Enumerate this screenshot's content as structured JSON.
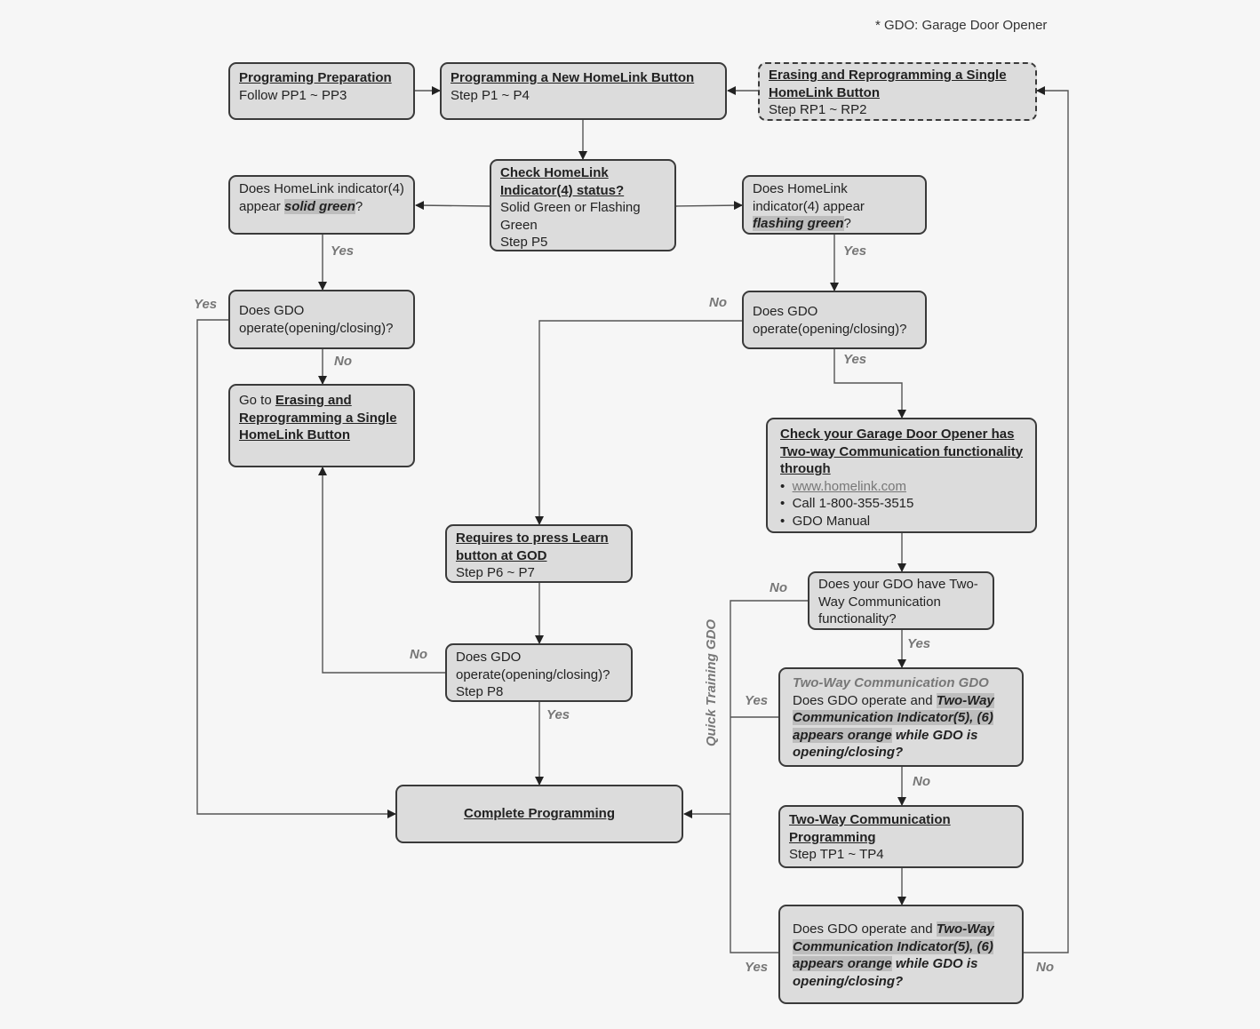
{
  "note": "* GDO: Garage Door Opener",
  "nodes": {
    "prep": {
      "title": "Programing Preparation",
      "sub": "Follow PP1 ~ PP3"
    },
    "new_btn": {
      "title": "Programming a New HomeLink Button",
      "sub": "Step P1 ~ P4"
    },
    "erase": {
      "title": "Erasing and Reprogramming a Single HomeLink Button",
      "sub": "Step RP1 ~ RP2"
    },
    "check_status": {
      "title": "Check HomeLink Indicator(4) status?",
      "line1": "Solid Green or Flashing Green",
      "line2": "Step P5"
    },
    "solid_q": {
      "pre": "Does HomeLink indicator(4) appear ",
      "hl": "solid green",
      "post": "?"
    },
    "flash_q": {
      "pre": "Does HomeLink indicator(4) appear ",
      "hl": "flashing green",
      "post": "?"
    },
    "gdo_left": {
      "text": "Does GDO operate(opening/closing)?"
    },
    "gdo_right": {
      "text": "Does GDO operate(opening/closing)?"
    },
    "goto_erase": {
      "pre": "Go to ",
      "link": "Erasing and Reprogramming a Single HomeLink Button"
    },
    "check_twoway": {
      "title": "Check your Garage Door Opener has Two-way Communication functionality through",
      "b1": "www.homelink.com",
      "b2": "Call 1-800-355-3515",
      "b3": "GDO Manual"
    },
    "learn": {
      "title": "Requires to press Learn button at GOD",
      "sub": "Step P6 ~ P7"
    },
    "twoway_q": {
      "text": "Does your GDO have Two-Way Communication functionality?"
    },
    "gdo_p8": {
      "text": "Does GDO operate(opening/closing)?",
      "sub": "Step P8"
    },
    "twoway_gdo": {
      "head": "Two-Way Communication GDO",
      "pre": "Does GDO operate and ",
      "hl": "Two-Way Communication Indicator(5), (6) appears orange",
      "post": " while GDO is opening/closing?"
    },
    "complete": {
      "title": "Complete Programming"
    },
    "twoway_prog": {
      "title": "Two-Way Communication Programming",
      "sub": "Step TP1 ~ TP4"
    },
    "final_q": {
      "pre": "Does GDO operate and ",
      "hl": "Two-Way Communication Indicator(5), (6) appears orange",
      "post": " while GDO is opening/closing?"
    }
  },
  "labels": {
    "yes": "Yes",
    "no": "No",
    "quick": "Quick Training GDO"
  }
}
